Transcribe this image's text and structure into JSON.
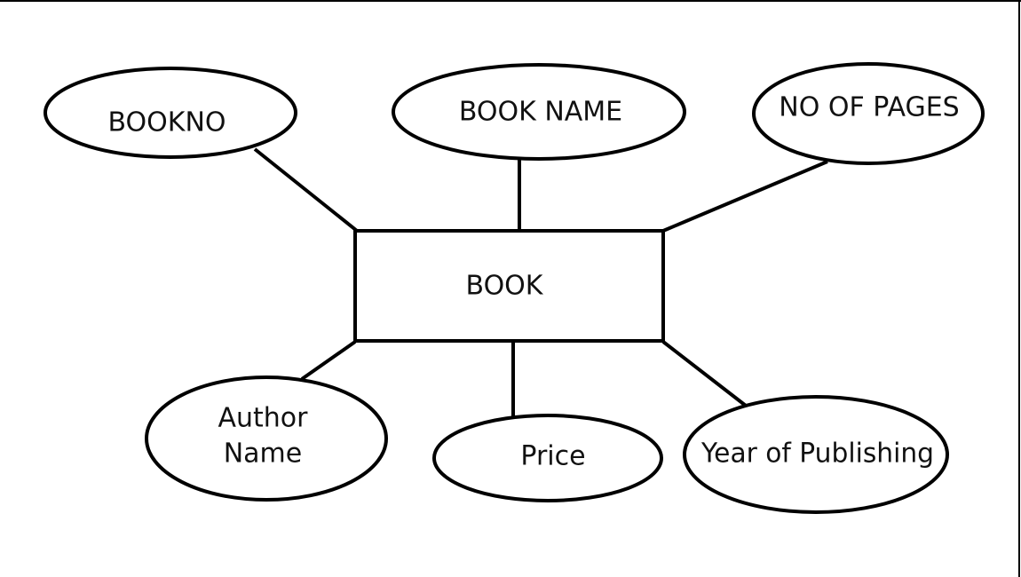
{
  "entity": {
    "label": "BOOK"
  },
  "attributes": [
    {
      "id": "bookno",
      "lines": [
        "BOOKNO"
      ]
    },
    {
      "id": "book-name",
      "lines": [
        "BOOK NAME"
      ]
    },
    {
      "id": "no-of-pages",
      "lines": [
        "NO OF PAGES"
      ]
    },
    {
      "id": "author-name",
      "lines": [
        "Author",
        "Name"
      ]
    },
    {
      "id": "price",
      "lines": [
        "Price"
      ]
    },
    {
      "id": "year-of-publishing",
      "lines": [
        "Year of Publishing"
      ]
    }
  ]
}
